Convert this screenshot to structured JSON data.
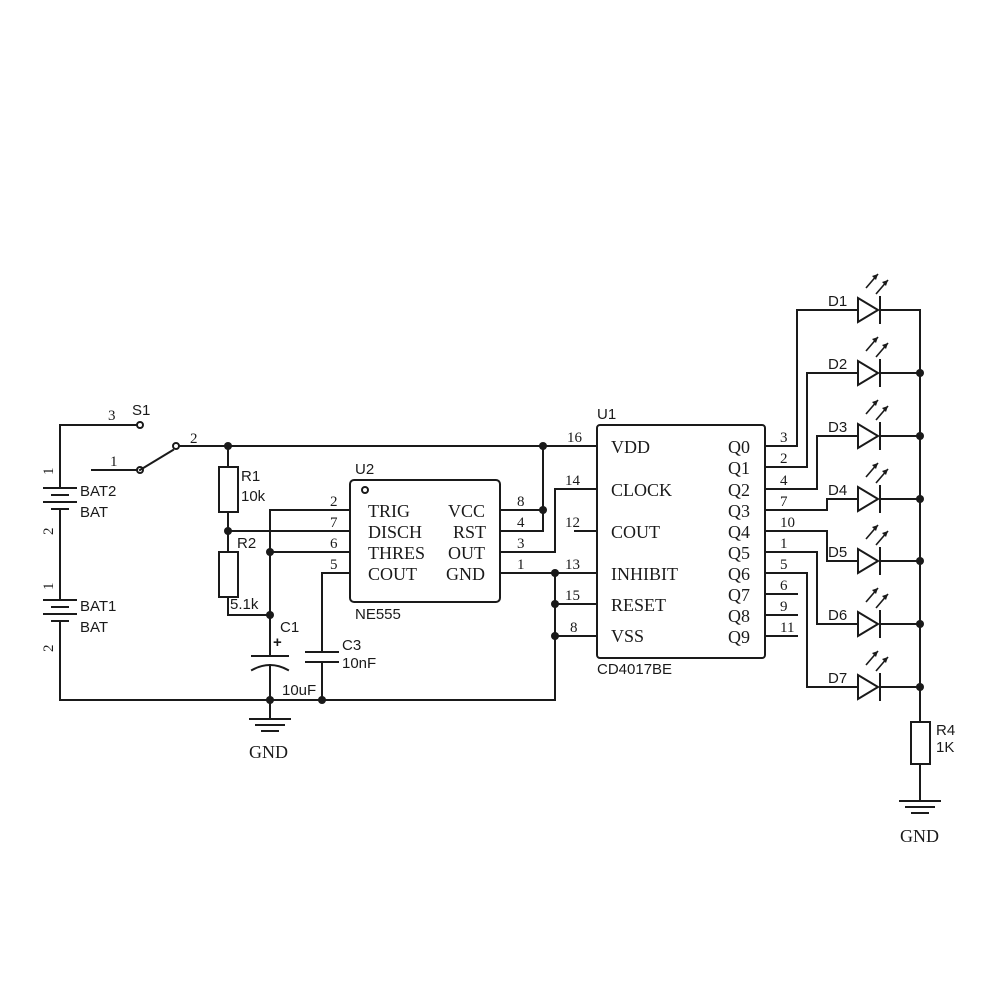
{
  "switch": {
    "ref": "S1",
    "pins": [
      "3",
      "1",
      "2"
    ]
  },
  "batteries": [
    {
      "ref": "BAT2",
      "value": "BAT",
      "pin_top": "1",
      "pin_bottom": "2"
    },
    {
      "ref": "BAT1",
      "value": "BAT",
      "pin_top": "1",
      "pin_bottom": "2"
    }
  ],
  "resistors": [
    {
      "ref": "R1",
      "value": "10k"
    },
    {
      "ref": "R2",
      "value": "5.1k"
    },
    {
      "ref": "R4",
      "value": "1K"
    }
  ],
  "capacitors": [
    {
      "ref": "C1",
      "value": "10uF",
      "polarity": "+"
    },
    {
      "ref": "C3",
      "value": "10nF"
    }
  ],
  "u2": {
    "ref": "U2",
    "part": "NE555",
    "left_pins": [
      {
        "name": "TRIG",
        "num": "2"
      },
      {
        "name": "DISCH",
        "num": "7"
      },
      {
        "name": "THRES",
        "num": "6"
      },
      {
        "name": "COUT",
        "num": "5"
      }
    ],
    "right_pins": [
      {
        "name": "VCC",
        "num": "8"
      },
      {
        "name": "RST",
        "num": "4"
      },
      {
        "name": "OUT",
        "num": "3"
      },
      {
        "name": "GND",
        "num": "1"
      }
    ]
  },
  "u1": {
    "ref": "U1",
    "part": "CD4017BE",
    "left_pins": [
      {
        "name": "VDD",
        "num": "16"
      },
      {
        "name": "CLOCK",
        "num": "14"
      },
      {
        "name": "COUT",
        "num": "12"
      },
      {
        "name": "INHIBIT",
        "num": "13"
      },
      {
        "name": "RESET",
        "num": "15"
      },
      {
        "name": "VSS",
        "num": "8"
      }
    ],
    "right_pins": [
      {
        "name": "Q0",
        "num": "3"
      },
      {
        "name": "Q1",
        "num": "2"
      },
      {
        "name": "Q2",
        "num": "4"
      },
      {
        "name": "Q3",
        "num": "7"
      },
      {
        "name": "Q4",
        "num": "10"
      },
      {
        "name": "Q5",
        "num": "1"
      },
      {
        "name": "Q6",
        "num": "5"
      },
      {
        "name": "Q7",
        "num": "6"
      },
      {
        "name": "Q8",
        "num": "9"
      },
      {
        "name": "Q9",
        "num": "11"
      }
    ]
  },
  "leds": [
    "D1",
    "D2",
    "D3",
    "D4",
    "D5",
    "D6",
    "D7"
  ],
  "gnd_label": "GND"
}
